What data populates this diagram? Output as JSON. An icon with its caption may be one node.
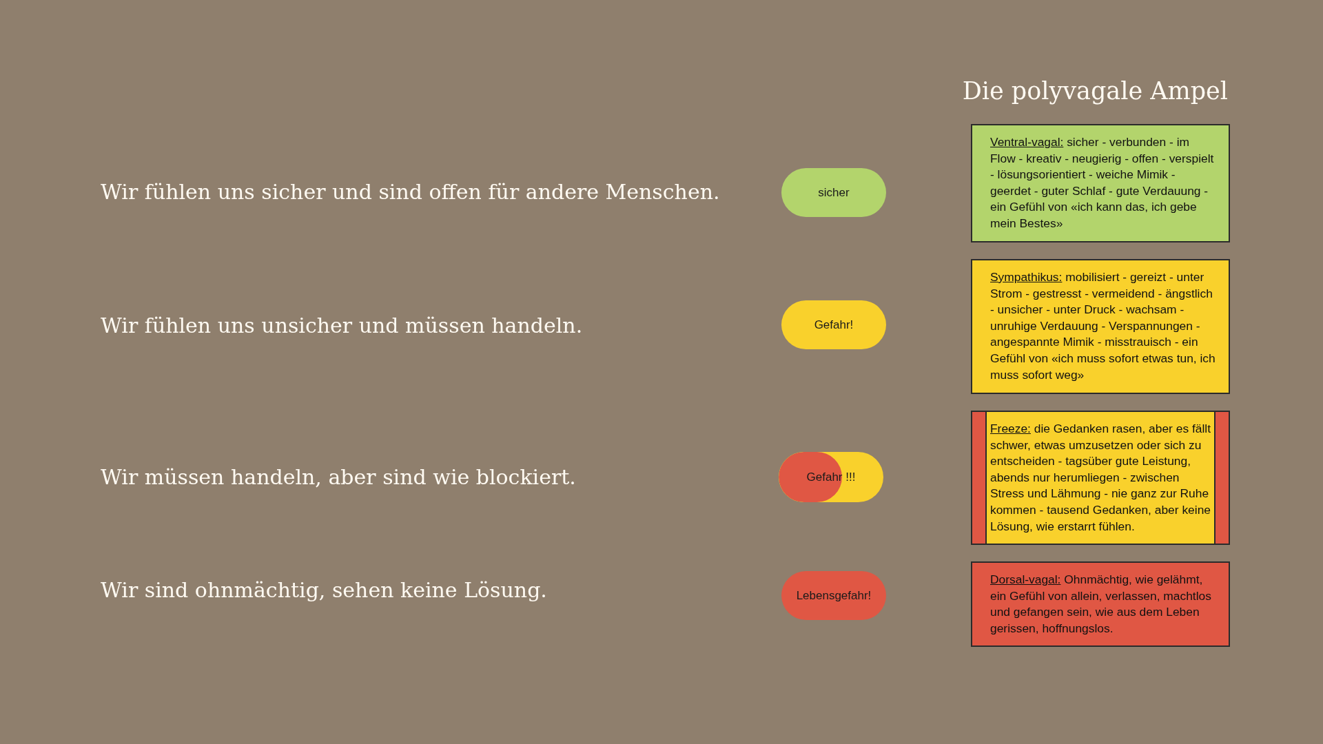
{
  "diagram": {
    "title": "Die polyvagale Ampel",
    "nodes": [
      {
        "text": [
          "sicher"
        ]
      },
      {
        "text": [
          "Ventral-vagal:",
          "sicher - verbunden - im Flow - kreativ - neugierig - offen - verspielt - lösungsorientiert - weiche Mimik - geerdet - guter Schlaf - gute Verdauung - ein Gefühl von «ich kann das, ich gebe mein Bestes»"
        ]
      },
      {
        "text": [
          "Gefahr!"
        ]
      },
      {
        "text": [
          "Sympathikus:",
          "mobilisiert - gereizt - unter Strom - gestresst - vermeidend - ängstlich - unsicher - unter Druck - wachsam - unruhige Verdauung - Verspannungen - angespannte Mimik - misstrauisch - ein Gefühl von «ich muss sofort etwas tun, ich muss sofort weg»"
        ]
      },
      {
        "text": [
          "Gefahr !!!"
        ]
      },
      {
        "text": [
          "Freeze:",
          "die Gedanken rasen, aber es fällt schwer, etwas umzusetzen oder sich zu entscheiden - tagsüber gute Leistung, abends nur herumliegen - zwischen Stress und Lähmung - nie ganz zur Ruhe kommen - tausend Gedanken, aber keine Lösung, wie erstarrt fühlen."
        ]
      },
      {
        "text": [
          "Lebensgefahr!"
        ]
      },
      {
        "text": [
          "Dorsal-vagal:",
          "Ohnmächtig, wie gelähmt, ein Gefühl von allein, verlassen, machtlos und gefangen sein, wie aus dem Leben gerissen, hoffnungslos."
        ]
      }
    ],
    "labels": [
      "Wir fühlen uns sicher und sind offen für andere Menschen.",
      "Wir fühlen uns unsicher und müssen handeln.",
      "Wir müssen handeln, aber sind wie blockiert.",
      "Wir sind ohnmächtig, sehen keine Lösung."
    ]
  }
}
